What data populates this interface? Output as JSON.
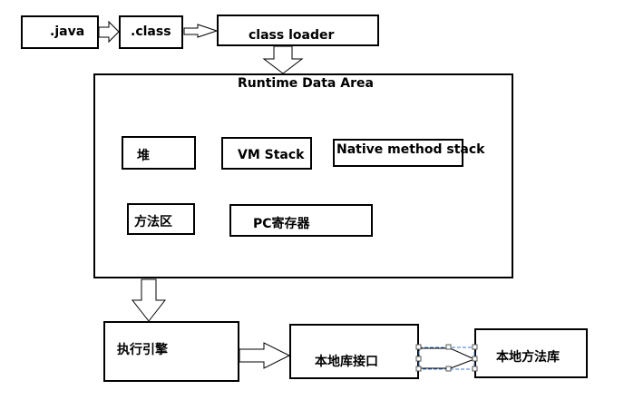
{
  "diagram": {
    "nodes": {
      "java": ".java",
      "class": ".class",
      "class_loader": "class loader",
      "runtime_data_area": "Runtime Data Area",
      "heap": "堆",
      "vm_stack": "VM Stack",
      "native_method_stack": "Native method stack",
      "method_area": "方法区",
      "pc_register": "PC寄存器",
      "execution_engine": "执行引擎",
      "native_interface": "本地库接口",
      "native_library": "本地方法库"
    },
    "edges": [
      {
        "from": ".java",
        "to": ".class"
      },
      {
        "from": ".class",
        "to": "class loader"
      },
      {
        "from": "class loader",
        "to": "Runtime Data Area"
      },
      {
        "from": "Runtime Data Area",
        "to": "执行引擎"
      },
      {
        "from": "执行引擎",
        "to": "本地库接口"
      },
      {
        "from": "本地库接口",
        "to": "本地方法库",
        "selected": true
      }
    ],
    "colors": {
      "stroke": "#000000",
      "selection": "#3a7bd5"
    }
  }
}
